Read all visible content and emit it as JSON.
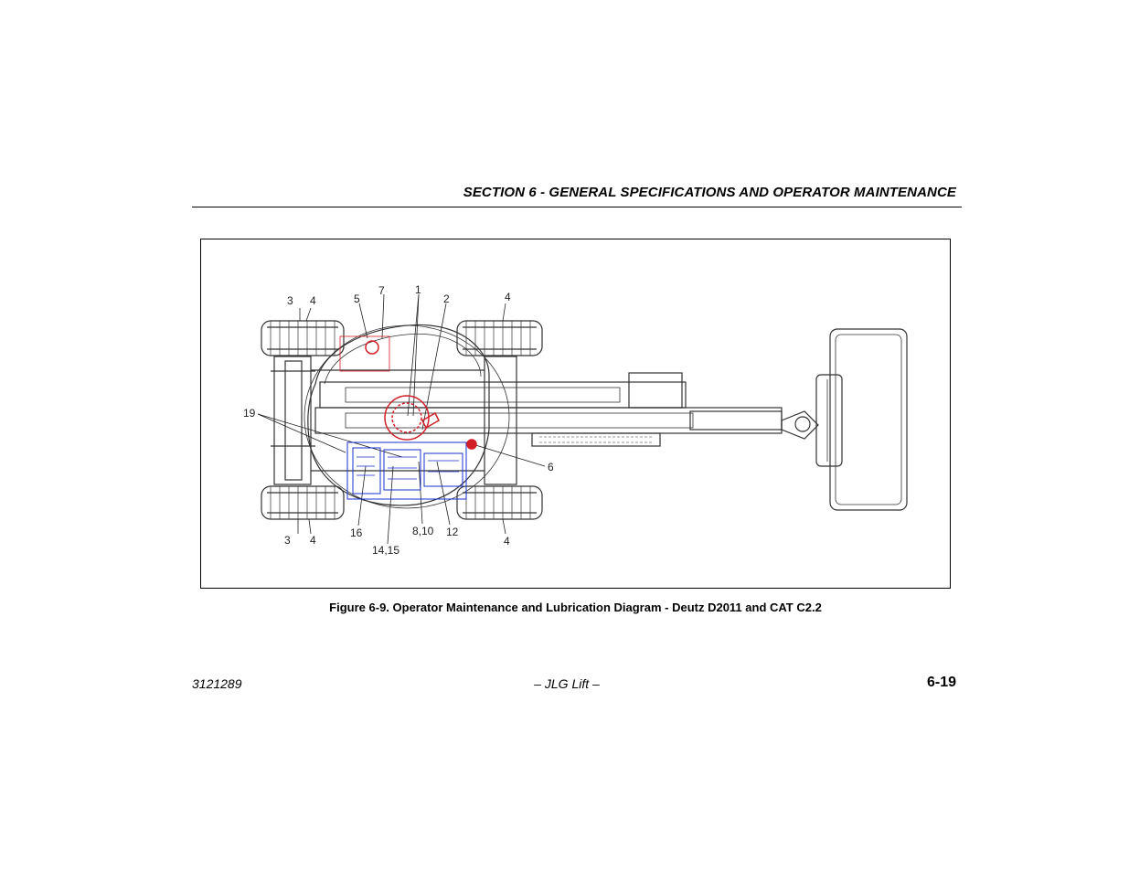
{
  "header": {
    "section_title": "SECTION 6 - GENERAL SPECIFICATIONS AND OPERATOR MAINTENANCE"
  },
  "figure": {
    "caption": "Figure 6-9. Operator Maintenance and Lubrication Diagram - Deutz D2011 and CAT C2.2",
    "callouts": {
      "c1": "1",
      "c2": "2",
      "c3_top": "3",
      "c4_top_left": "4",
      "c5": "5",
      "c7": "7",
      "c4_top_right": "4",
      "c19": "19",
      "c6": "6",
      "c16": "16",
      "c3_bottom": "3",
      "c4_bottom_left": "4",
      "c8_10": "8,10",
      "c12": "12",
      "c14_15": "14,15",
      "c4_bottom_right": "4"
    },
    "colors": {
      "line": "#333333",
      "highlight_red": "#d21f26",
      "engine_blue": "#1a2fcc"
    }
  },
  "footer": {
    "doc_number": "3121289",
    "center_text": "– JLG Lift –",
    "page_number": "6-19"
  }
}
